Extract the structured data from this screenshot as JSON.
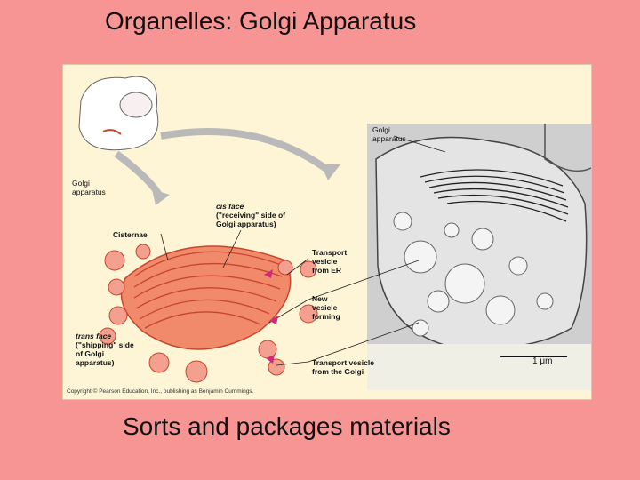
{
  "title": "Organelles: Golgi Apparatus",
  "subtitle": "Sorts and packages materials",
  "figure": {
    "labels": {
      "golgi_left": [
        "Golgi",
        "apparatus"
      ],
      "golgi_micro": [
        "Golgi",
        "apparatus"
      ],
      "cis_face": [
        "cis face",
        "(\"receiving\" side of",
        "Golgi apparatus)"
      ],
      "cisternae": "Cisternae",
      "transport_er": [
        "Transport",
        "vesicle",
        "from ER"
      ],
      "new_vesicle": [
        "New",
        "vesicle",
        "forming"
      ],
      "trans_face": [
        "trans face",
        "(\"shipping\" side",
        "of Golgi",
        "apparatus)"
      ],
      "transport_golgi": [
        "Transport vesicle",
        "from the Golgi"
      ]
    },
    "scale_bar": "1 μm",
    "copyright": "Copyright © Pearson Education, Inc., publishing as Benjamin Cummings."
  },
  "colors": {
    "background": "#f79494",
    "figure_background": "#fdf5d6",
    "golgi_fill": "#f08a6a",
    "golgi_stroke": "#c8452d",
    "arrow": "#b9b9b9",
    "pointer_arrow": "#d02a7a"
  }
}
